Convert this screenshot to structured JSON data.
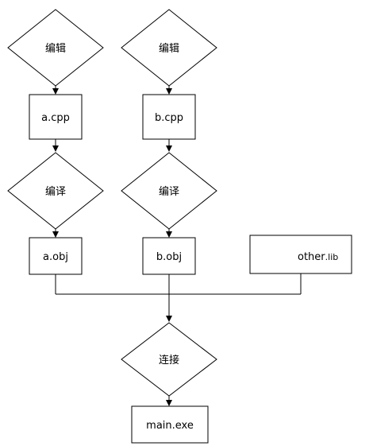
{
  "nodes": {
    "edit_a": "编辑",
    "edit_b": "编辑",
    "file_a_cpp": "a.cpp",
    "file_b_cpp": "b.cpp",
    "compile_a": "编译",
    "compile_b": "编译",
    "file_a_obj": "a.obj",
    "file_b_obj": "b.obj",
    "other_lib_name": "other",
    "other_lib_ext": ".lib",
    "link": "连接",
    "output": "main.exe"
  }
}
